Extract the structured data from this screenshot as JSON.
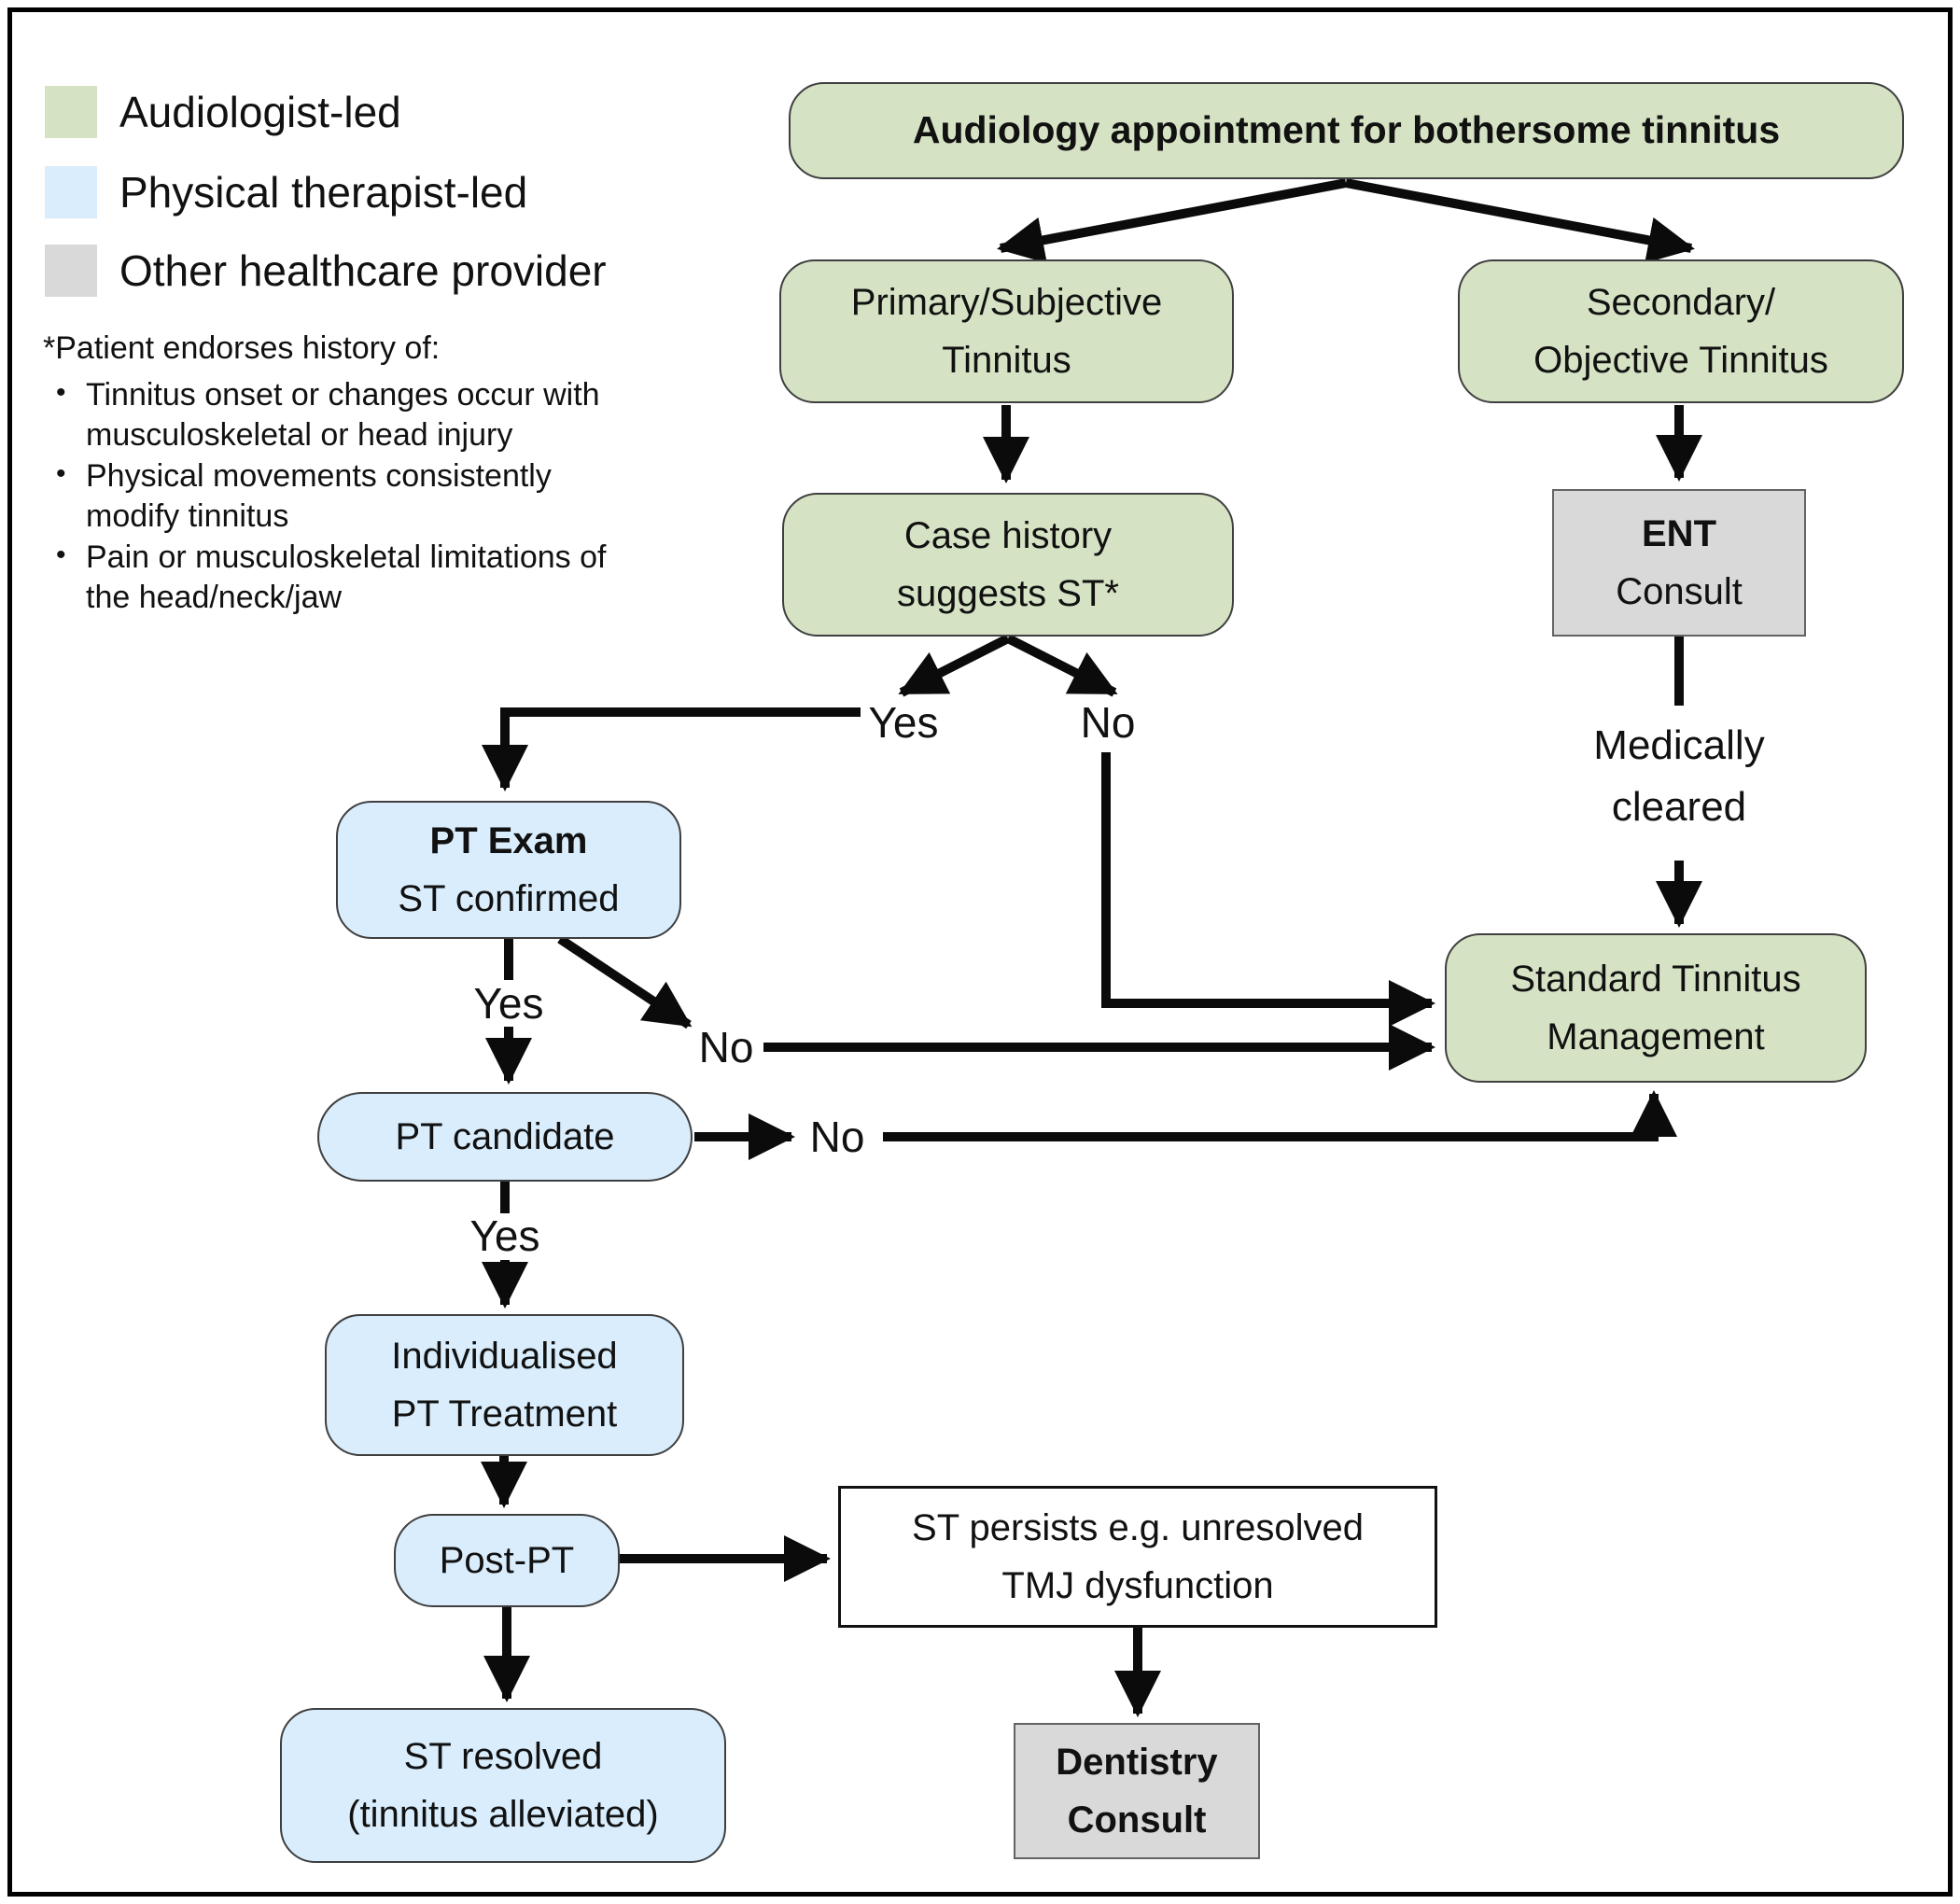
{
  "legend": {
    "items": [
      {
        "label": "Audiologist-led",
        "color": "#d5e3c4"
      },
      {
        "label": "Physical therapist-led",
        "color": "#d9edfc"
      },
      {
        "label": "Other healthcare provider",
        "color": "#d9d9d9"
      }
    ]
  },
  "footnote": {
    "intro": "*Patient endorses history of:",
    "bullets": [
      "Tinnitus onset or changes occur with musculoskeletal or head injury",
      "Physical movements consistently modify tinnitus",
      "Pain or musculoskeletal limitations of the head/neck/jaw"
    ]
  },
  "nodes": {
    "audiology_appointment": {
      "line1": "Audiology appointment for bothersome tinnitus"
    },
    "primary": {
      "line1": "Primary/Subjective",
      "line2": "Tinnitus"
    },
    "secondary": {
      "line1": "Secondary/",
      "line2": "Objective Tinnitus"
    },
    "case_history": {
      "line1": "Case history",
      "line2": "suggests ST*"
    },
    "ent": {
      "line1": "ENT",
      "line2": "Consult"
    },
    "standard_management": {
      "line1": "Standard Tinnitus",
      "line2": "Management"
    },
    "pt_exam": {
      "line1": "PT Exam",
      "line2": "ST confirmed"
    },
    "pt_candidate": {
      "line1": "PT candidate"
    },
    "individualised_pt": {
      "line1": "Individualised",
      "line2": "PT Treatment"
    },
    "post_pt": {
      "line1": "Post-PT"
    },
    "st_resolved": {
      "line1": "ST resolved",
      "line2": "(tinnitus alleviated)"
    },
    "st_persists": {
      "line1": "ST persists e.g. unresolved",
      "line2": "TMJ dysfunction"
    },
    "dentistry": {
      "line1": "Dentistry",
      "line2": "Consult"
    }
  },
  "labels": {
    "medically_cleared_line1": "Medically",
    "medically_cleared_line2": "cleared",
    "case_history_yes": "Yes",
    "case_history_no": "No",
    "pt_exam_yes": "Yes",
    "pt_exam_no": "No",
    "pt_candidate_yes": "Yes",
    "pt_candidate_no": "No"
  },
  "colors": {
    "audiologist_led": "#d5e3c4",
    "physical_therapist_led": "#d9edfc",
    "other_provider": "#d9d9d9",
    "arrow": "#0b0b0b",
    "background": "#ffffff"
  }
}
